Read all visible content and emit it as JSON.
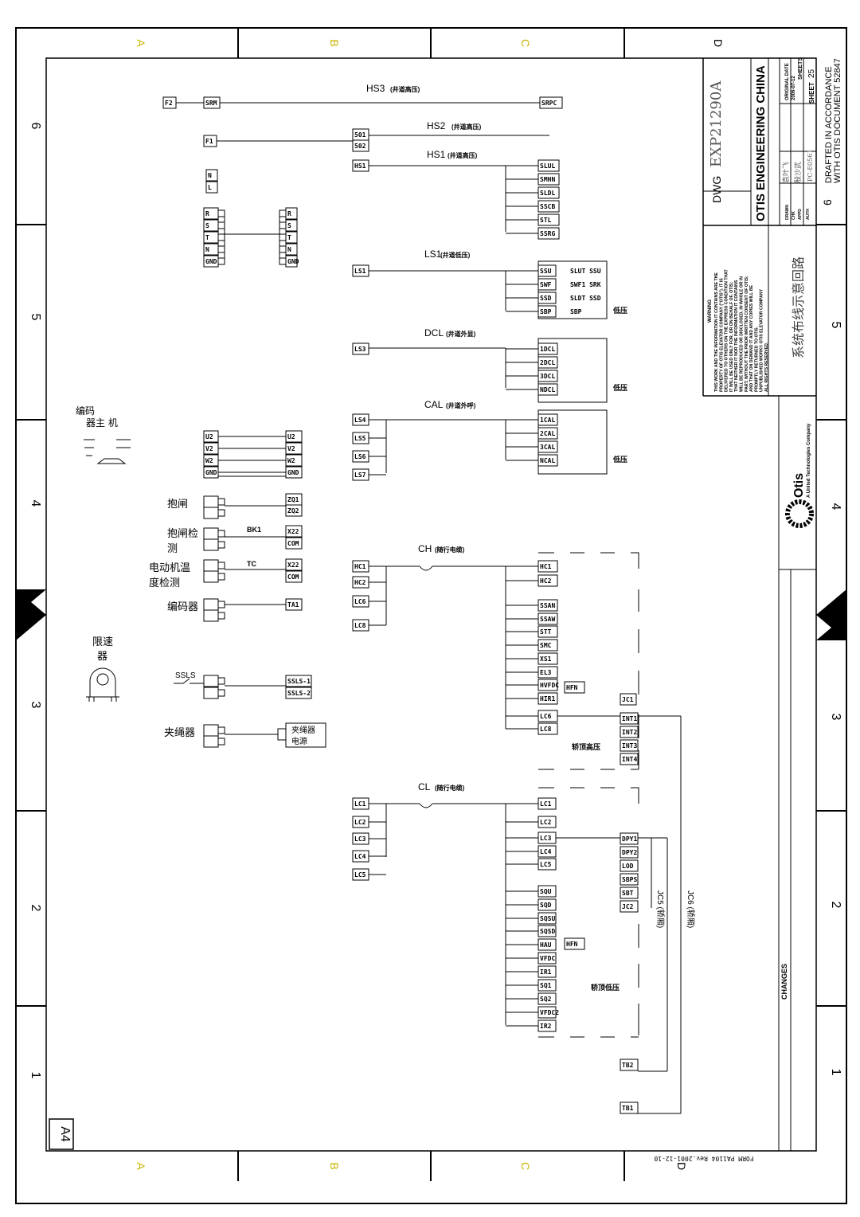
{
  "frame": {
    "columns": [
      "A",
      "B",
      "C",
      "D"
    ],
    "rows": [
      "6",
      "5",
      "4",
      "3",
      "2",
      "1"
    ],
    "paper_size": "A4",
    "form_number": "FORM PA1104 Rev.2001-12-10"
  },
  "title_block": {
    "dwg_label": "DWG",
    "dwg_number": "EXP21290A",
    "company": "OTIS ENGINEERING CHINA",
    "original_date_label": "ORIGINAL DATE",
    "original_date": "2006-07-12",
    "sheets_label": "SHEETS",
    "sheet_label": "SHEET",
    "sheet_number": "25",
    "drawn_label": "DRAWN",
    "drawn_by": "袁叶飞",
    "chk_label": "CHK",
    "chk_by": "殷沙武",
    "appd_label": "APPD",
    "auth_label": "AUTH",
    "auth_value": "PC-E0561",
    "drafted_note_1": "DRAFTED IN ACCORDANCE",
    "drafted_note_2": "WITH OTIS DOCUMENT 52847",
    "warning_title": "WARNING",
    "warning_lines": [
      "THIS WORK AND THE INFORMATION IT CONTAINS ARE THE",
      "PROPERTY OF OTIS ELEVATOR COMPANY (\"OTIS\"). IT IS",
      "DELIVERED TO OTHERS ON THE EXPRESS CONDITION THAT",
      "IT WILL BE USED ONLY FOR, OR ON BEHALF OF, OTIS;",
      "THAT NEITHER IT NOR THE INFORMATION IT CONTAINS",
      "WILL BE REPRODUCED OR DISCLOSED, IN WHOLE OR IN",
      "PART, WITHOUT THE PRIOR WRITTEN CONSENT OF OTIS;",
      "AND THAT ON DEMAND IT AND ANY COPIES WILL BE",
      "PROMPTLY RETURNED TO OTIS.",
      "UNPUBLISHED WORK© OTIS ELEVATOR COMPANY",
      "ALL RIGHTS RESERVED."
    ],
    "drawing_title": "系统布线示意回路",
    "logo_text": "Otis",
    "logo_tagline": "A United Technologies Company",
    "changes_label": "CHANGES"
  },
  "left": {
    "host_label_1": "编码",
    "host_label_2": "器主 机",
    "brake": "抱闸",
    "brake_detect_1": "抱闸检",
    "brake_detect_2": "测",
    "motor_temp_1": "电动机温",
    "motor_temp_2": "度检测",
    "encoder": "编码器",
    "governor_1": "限速",
    "governor_2": "器",
    "rope_gripper": "夹绳器",
    "gripper_power_1": "夹绳器",
    "gripper_power_2": "电源"
  },
  "cables": {
    "hs3": "HS3",
    "hs3_note": "(井道高压)",
    "hs2": "HS2",
    "hs2_note": "(井道高压)",
    "hs1": "HS1",
    "hs1_note": "(井道高压)",
    "ls1": "LS1",
    "ls1_note": "(井道低压)",
    "dcl": "DCL",
    "dcl_note": "(井道外显)",
    "cal": "CAL",
    "cal_note": "(井道外呼)",
    "ch": "CH",
    "ch_note": "(随行电缆)",
    "cl": "CL",
    "cl_note": "(随行电缆)",
    "bk1": "BK1",
    "tc": "TC",
    "ssls": "SSLS",
    "jc5": "JC5 (轿厢)",
    "jc6": "JC6 (轿厢)",
    "low_voltage": "低压",
    "car_top_high": "轿顶高压",
    "car_top_low": "轿顶低压"
  },
  "terminals": {
    "f2": "F2",
    "srm": "SRM",
    "srpc": "SRPC",
    "f1": "F1",
    "s01": "501",
    "s02": "502",
    "hs1": "HS1",
    "n": "N",
    "l": "L",
    "power_left": [
      "R",
      "S",
      "T",
      "N",
      "GND"
    ],
    "power_right": [
      "R",
      "S",
      "T",
      "N",
      "GND"
    ],
    "hs1_targets": [
      "SLUL",
      "SMHN",
      "SLDL",
      "SSCB",
      "STL",
      "SSRG"
    ],
    "ls1": "LS1",
    "ls1_targets": [
      "SSU",
      "SWF",
      "SSD",
      "SBP"
    ],
    "ls1_desc": [
      "SLUT SSU",
      "SWF1 SRK",
      "SLDT SSD",
      "SBP"
    ],
    "ls3": "LS3",
    "dcl_targets": [
      "1DCL",
      "2DCL",
      "3DCL",
      "NDCL"
    ],
    "cal_sources": [
      "LS4",
      "LS5",
      "LS6",
      "LS7"
    ],
    "cal_targets": [
      "1CAL",
      "2CAL",
      "3CAL",
      "NCAL"
    ],
    "motor_left": [
      "U2",
      "V2",
      "W2",
      "GND"
    ],
    "motor_right": [
      "U2",
      "V2",
      "W2",
      "GND"
    ],
    "zq": [
      "ZQ1",
      "ZQ2"
    ],
    "bk_terms": [
      "X22",
      "COM"
    ],
    "tc_terms": [
      "X22",
      "COM"
    ],
    "ta1": "TA1",
    "ssls_terms": [
      "SSLS-1",
      "SSLS-2"
    ],
    "ch_sources": [
      "HC1",
      "HC2",
      "LC6",
      "LC8"
    ],
    "ch_targets": [
      "HC1",
      "HC2",
      "SSAN",
      "SSAW",
      "STT",
      "SMC",
      "XS1",
      "EL3",
      "HVFDC",
      "HIR1",
      "LC6",
      "LC8"
    ],
    "hfn": "HFN",
    "jc1": "JC1",
    "int_terms": [
      "INT1",
      "INT2",
      "INT3",
      "INT4"
    ],
    "cl_sources": [
      "LC1",
      "LC2",
      "LC3",
      "LC4",
      "LC5"
    ],
    "cl_targets": [
      "LC1",
      "LC2",
      "LC3",
      "LC4",
      "LC5",
      "SQU",
      "SQD",
      "SQSU",
      "SQSD",
      "HAU",
      "VFDC",
      "IR1",
      "SQ1",
      "SQ2",
      "VFDC2",
      "IR2"
    ],
    "dpy_terms": [
      "DPY1",
      "DPY2",
      "LOD",
      "SBPS",
      "SBT",
      "JC2"
    ],
    "tb2": "TB2",
    "tb1": "TB1"
  }
}
